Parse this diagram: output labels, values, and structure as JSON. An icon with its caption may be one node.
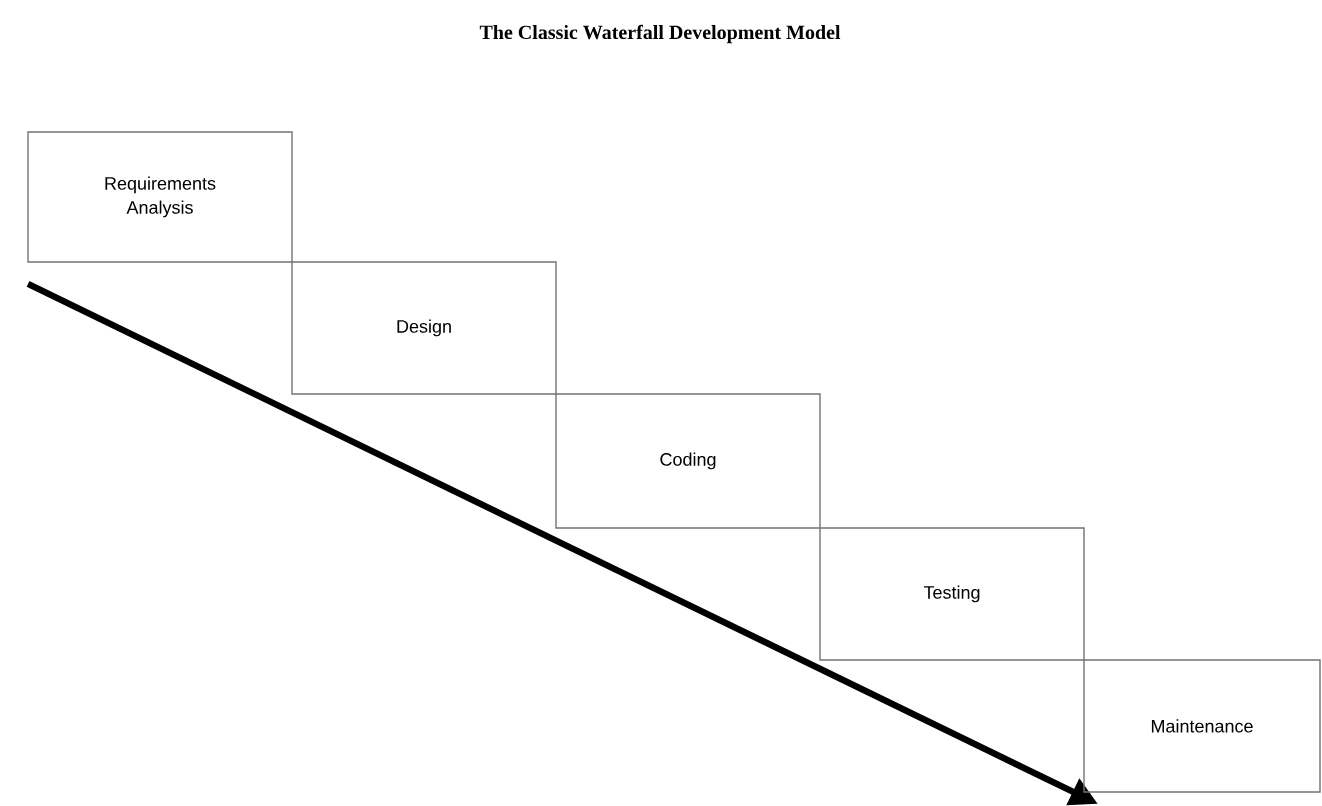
{
  "diagram": {
    "title": "The Classic Waterfall Development Model",
    "nodes": [
      {
        "text": [
          "Requirements Analysis"
        ]
      },
      {
        "text": [
          "Design"
        ]
      },
      {
        "text": [
          "Coding"
        ]
      },
      {
        "text": [
          "Testing"
        ]
      },
      {
        "text": [
          "Maintenance"
        ]
      }
    ]
  }
}
